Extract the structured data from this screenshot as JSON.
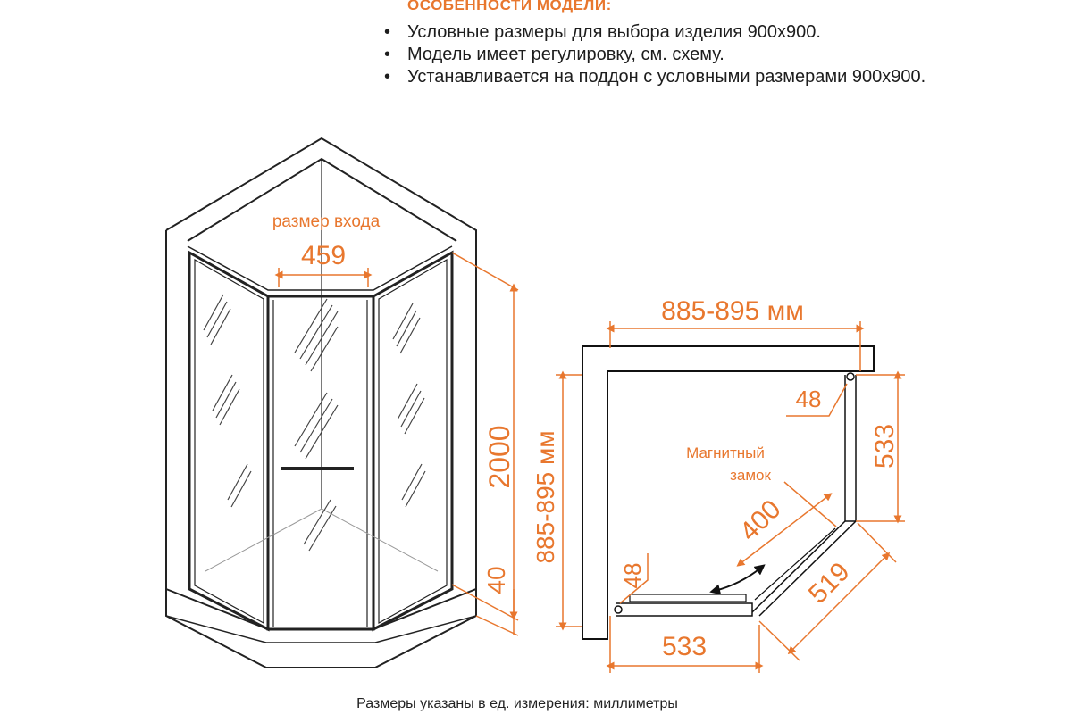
{
  "features": {
    "title": "ОСОБЕННОСТИ МОДЕЛИ:",
    "items": [
      "Условные размеры для выбора изделия 900x900.",
      "Модель имеет регулировку, см. схему.",
      "Устанавливается на поддон с условными размерами 900x900."
    ]
  },
  "front_view": {
    "entrance_label": "размер входа",
    "entrance_width": "459",
    "height": "2000",
    "tray_height": "40"
  },
  "plan_view": {
    "width_label": "885-895 мм",
    "depth_label": "885-895 мм",
    "adjust_top": "48",
    "adjust_left": "48",
    "side_right": "533",
    "side_bottom": "533",
    "door_leaf": "400",
    "diagonal": "519",
    "magnet_label_line1": "Магнитный",
    "magnet_label_line2": "замок"
  },
  "footer": "Размеры указаны в ед. измерения: миллиметры",
  "colors": {
    "accent": "#e8772e",
    "line": "#222222"
  }
}
